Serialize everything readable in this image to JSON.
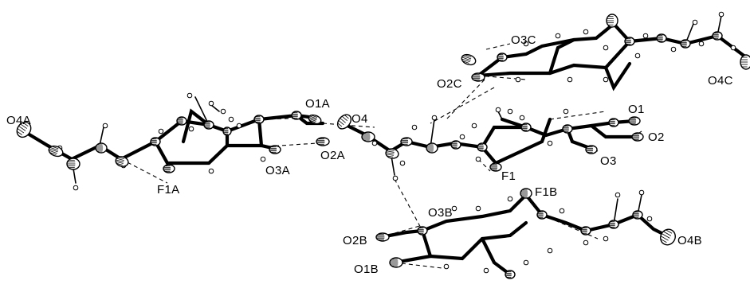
{
  "figure": {
    "atom_labels": [
      {
        "id": "o4a",
        "text": "O4A"
      },
      {
        "id": "f1a",
        "text": "F1A"
      },
      {
        "id": "o1a",
        "text": "O1A"
      },
      {
        "id": "o3a",
        "text": "O3A"
      },
      {
        "id": "o2a",
        "text": "O2A"
      },
      {
        "id": "o4",
        "text": "O4"
      },
      {
        "id": "o3c",
        "text": "O3C"
      },
      {
        "id": "o2c",
        "text": "O2C"
      },
      {
        "id": "o4c",
        "text": "O4C"
      },
      {
        "id": "o1",
        "text": "O1"
      },
      {
        "id": "o2",
        "text": "O2"
      },
      {
        "id": "o3",
        "text": "O3"
      },
      {
        "id": "f1",
        "text": "F1"
      },
      {
        "id": "f1b",
        "text": "F1B"
      },
      {
        "id": "o3b",
        "text": "O3B"
      },
      {
        "id": "o2b",
        "text": "O2B"
      },
      {
        "id": "o1b",
        "text": "O1B"
      },
      {
        "id": "o4b",
        "text": "O4B"
      }
    ]
  }
}
